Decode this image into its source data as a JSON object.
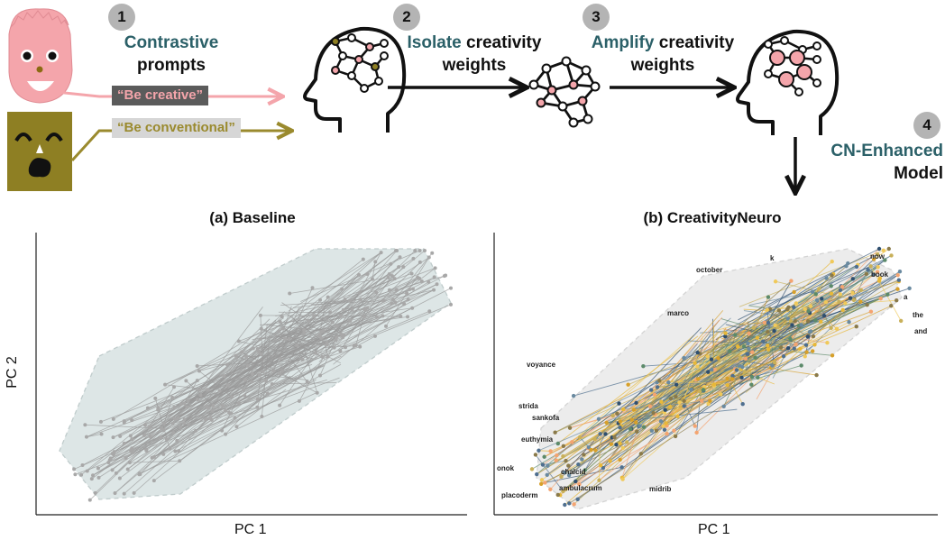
{
  "steps": [
    {
      "num": "1",
      "highlight": "Contrastive",
      "rest": "prompts"
    },
    {
      "num": "2",
      "highlight": "Isolate",
      "rest": "creativity",
      "rest2": "weights"
    },
    {
      "num": "3",
      "highlight": "Amplify",
      "rest": "creativity",
      "rest2": "weights"
    },
    {
      "num": "4",
      "highlight": "CN-Enhanced",
      "rest": "Model"
    }
  ],
  "prompts": {
    "creative": "“Be creative”",
    "conventional": "“Be conventional”"
  },
  "panels": [
    {
      "title": "(a) Baseline",
      "xlabel": "PC 1",
      "ylabel": "PC 2"
    },
    {
      "title": "(b) CreativityNeuro",
      "xlabel": "PC 1",
      "ylabel": ""
    }
  ],
  "word_labels": [
    "october",
    "k",
    "now",
    "book",
    "a",
    "the",
    "and",
    "marco",
    "voyance",
    "strida",
    "sankofa",
    "euthymia",
    "onok",
    "chalcid",
    "ambulacrum",
    "placoderm",
    "midrib"
  ],
  "colors": {
    "teal": "#2b6068",
    "olive": "#9a8a2e",
    "pink": "#f4a5ab",
    "creative_tag_bg": "#5b5b5b",
    "conventional_tag_bg": "#d6d6d6",
    "grey_edges": "#9a9a9a",
    "hull": "#dde6e6"
  }
}
